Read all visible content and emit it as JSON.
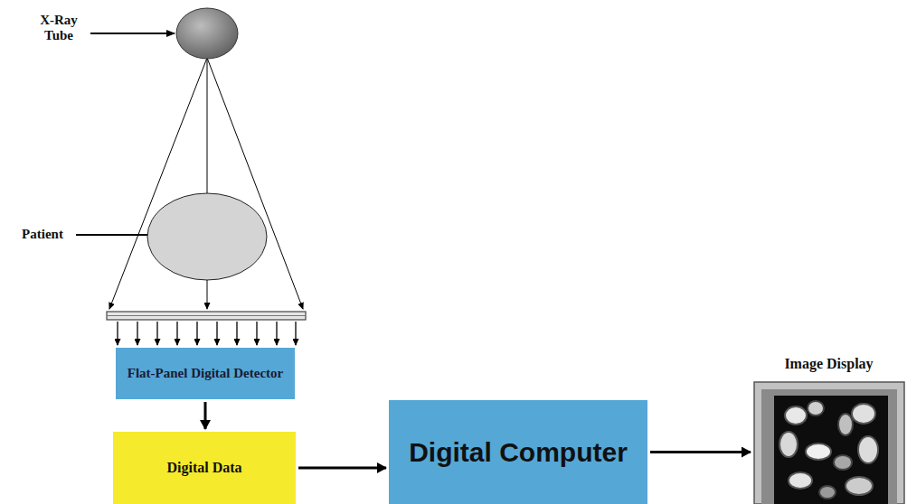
{
  "diagram": {
    "nodes": [
      {
        "text": [
          "Flat-Panel Digital Detector"
        ]
      },
      {
        "text": [
          "Digital Data"
        ]
      },
      {
        "text": [
          "Digital Computer"
        ]
      },
      {
        "text": [
          "Image Display"
        ]
      }
    ],
    "edges": [
      {
        "from": 0,
        "to": 1,
        "arrow": "to"
      },
      {
        "from": 1,
        "to": 2,
        "arrow": "to"
      },
      {
        "from": 2,
        "to": 3,
        "arrow": "to"
      }
    ],
    "labels": [
      "X-Ray Tube",
      "Patient"
    ]
  }
}
